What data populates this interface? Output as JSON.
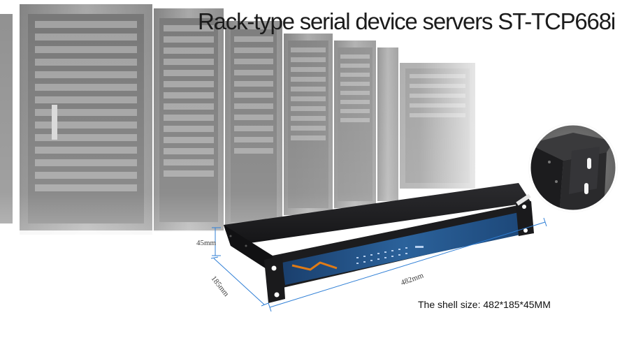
{
  "title": "Rack-type serial device servers ST-TCP668i",
  "caption": "The shell size: 482*185*45MM",
  "dimensions": {
    "height_label": "45mm",
    "depth_label": "185mm",
    "width_label": "482mm"
  },
  "colors": {
    "device_body": "#1c1c1e",
    "front_panel": "#1f4f82",
    "accent_stripe": "#e07b16",
    "dimension_line": "#2f7fd6",
    "rack_gray": "#8c8c8c"
  }
}
